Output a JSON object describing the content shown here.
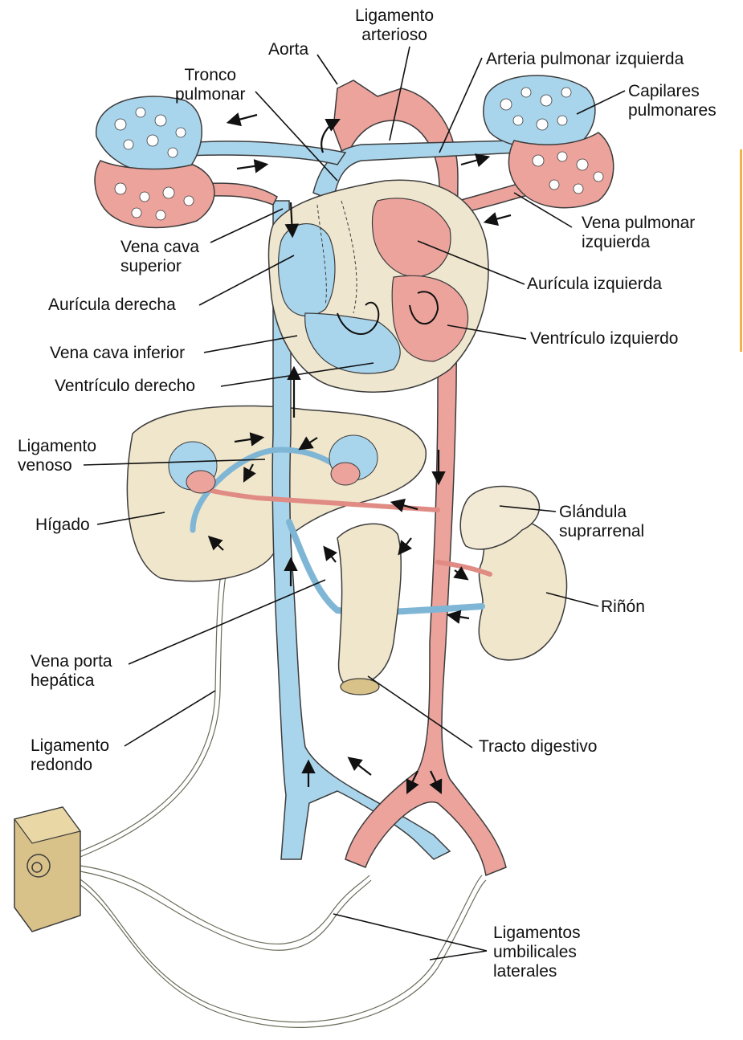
{
  "colors": {
    "vein": "#a9d5ec",
    "artery": "#eba39c",
    "heart_wall": "#efe6cf",
    "organ": "#f0e6cc",
    "outline": "#3c3c3c",
    "ligament": "#fbf7e8",
    "accent_bar": "#f2b24a"
  },
  "labels": {
    "ligamento_arterioso": [
      "Ligamento",
      "arterioso"
    ],
    "aorta": "Aorta",
    "tronco_pulmonar": [
      "Tronco",
      "pulmonar"
    ],
    "arteria_pulmonar_izquierda": "Arteria pulmonar izquierda",
    "capilares_pulmonares": [
      "Capilares",
      "pulmonares"
    ],
    "vena_pulmonar_izquierda": [
      "Vena pulmonar",
      "izquierda"
    ],
    "vena_cava_superior": [
      "Vena cava",
      "superior"
    ],
    "auricula_izquierda": "Aurícula izquierda",
    "auricula_derecha": "Aurícula derecha",
    "ventriculo_izquierdo": "Ventrículo izquierdo",
    "vena_cava_inferior": "Vena cava inferior",
    "ventriculo_derecho": "Ventrículo derecho",
    "ligamento_venoso": [
      "Ligamento",
      "venoso"
    ],
    "glandula_suprarrenal": [
      "Glándula",
      "suprarrenal"
    ],
    "higado": "Hígado",
    "rinon": "Riñón",
    "vena_porta_hepatica": [
      "Vena porta",
      "hepática"
    ],
    "ligamento_redondo": [
      "Ligamento",
      "redondo"
    ],
    "tracto_digestivo": "Tracto digestivo",
    "ligamentos_umbilicales_laterales": [
      "Ligamentos",
      "umbilicales",
      "laterales"
    ]
  }
}
